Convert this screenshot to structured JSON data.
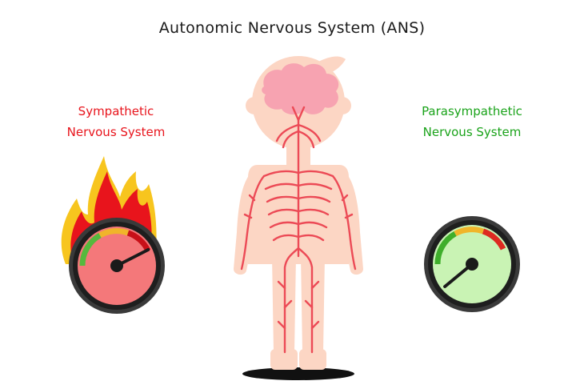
{
  "title": "Autonomic Nervous System (ANS)",
  "sympathetic": {
    "line1": "Sympathetic",
    "line2": "Nervous System",
    "color": "#e8141c",
    "gauge_level": 0.85,
    "gauge_face": "#f4787a",
    "icon": "fire-icon"
  },
  "parasympathetic": {
    "line1": "Parasympathetic",
    "line2": "Nervous System",
    "color": "#1aa31a",
    "gauge_level": 0.2,
    "gauge_face": "#c9f3b4",
    "icon": "gauge-icon"
  },
  "figure": {
    "skin": "#fcd6c4",
    "brain": "#f7a3b1",
    "nerves": "#ec4a56",
    "shadow": "#111111"
  }
}
